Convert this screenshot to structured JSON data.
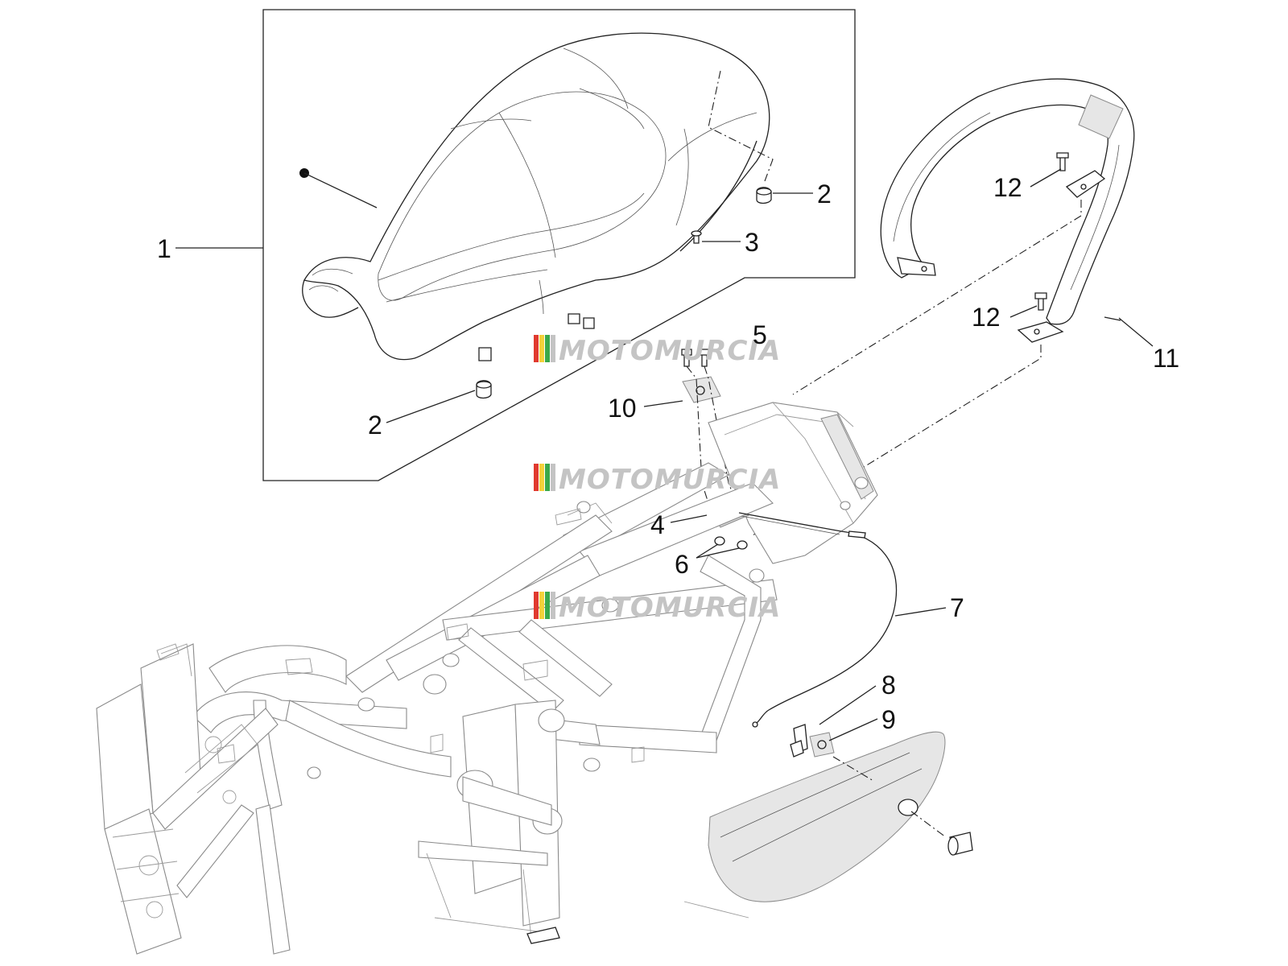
{
  "diagram": {
    "callouts": [
      {
        "id": "c1",
        "text": "1"
      },
      {
        "id": "c2a",
        "text": "2"
      },
      {
        "id": "c2b",
        "text": "2"
      },
      {
        "id": "c3",
        "text": "3"
      },
      {
        "id": "c4",
        "text": "4"
      },
      {
        "id": "c5",
        "text": "5"
      },
      {
        "id": "c6",
        "text": "6"
      },
      {
        "id": "c7",
        "text": "7"
      },
      {
        "id": "c8",
        "text": "8"
      },
      {
        "id": "c9",
        "text": "9"
      },
      {
        "id": "c10",
        "text": "10"
      },
      {
        "id": "c11",
        "text": "11"
      },
      {
        "id": "c12a",
        "text": "12"
      },
      {
        "id": "c12b",
        "text": "12"
      }
    ],
    "watermark": "MOTOMURCIA",
    "colors": {
      "line": "#222222",
      "frame_line": "#8a8a8a",
      "watermark_gray": "#c4c4c4",
      "stripe_red": "#e03a2f",
      "stripe_yellow": "#f2d23a",
      "stripe_green": "#3aa84a"
    }
  }
}
